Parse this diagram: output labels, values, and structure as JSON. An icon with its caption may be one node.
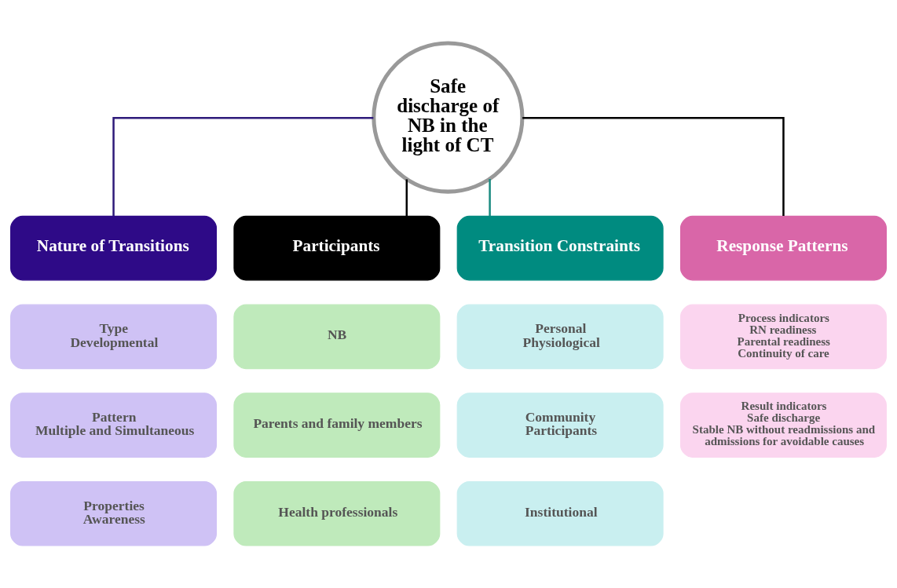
{
  "diagram": {
    "nodes": [
      {
        "text": [
          "Safe discharge of NB in the light of CT"
        ]
      },
      {
        "text": [
          "Nature of Transitions"
        ]
      },
      {
        "text": [
          "Participants"
        ]
      },
      {
        "text": [
          "Transition Constraints"
        ]
      },
      {
        "text": [
          "Response Patterns"
        ]
      },
      {
        "text": [
          "Type",
          "Developmental"
        ]
      },
      {
        "text": [
          "NB"
        ]
      },
      {
        "text": [
          "Personal",
          "Physiological"
        ]
      },
      {
        "text": [
          "Process indicators",
          "RN readiness",
          "Parental readiness",
          "Continuity of care"
        ]
      },
      {
        "text": [
          "Pattern",
          "Multiple and Simultaneous"
        ]
      },
      {
        "text": [
          "Parents and family members"
        ]
      },
      {
        "text": [
          "Community",
          "Participants"
        ]
      },
      {
        "text": [
          "Result indicators",
          "Safe discharge",
          "Stable NB without readmissions and admissions for avoidable causes"
        ]
      },
      {
        "text": [
          "Properties",
          "Awareness"
        ]
      },
      {
        "text": [
          "Health professionals"
        ]
      },
      {
        "text": [
          "Institutional"
        ]
      }
    ],
    "edges": [
      {
        "from": 0,
        "to": 1,
        "arrow": "none",
        "color": "#2e1a7a"
      },
      {
        "from": 0,
        "to": 2,
        "arrow": "none"
      },
      {
        "from": 0,
        "to": 3,
        "arrow": "none",
        "color": "#1a8a80"
      },
      {
        "from": 0,
        "to": 4,
        "arrow": "none"
      }
    ]
  }
}
